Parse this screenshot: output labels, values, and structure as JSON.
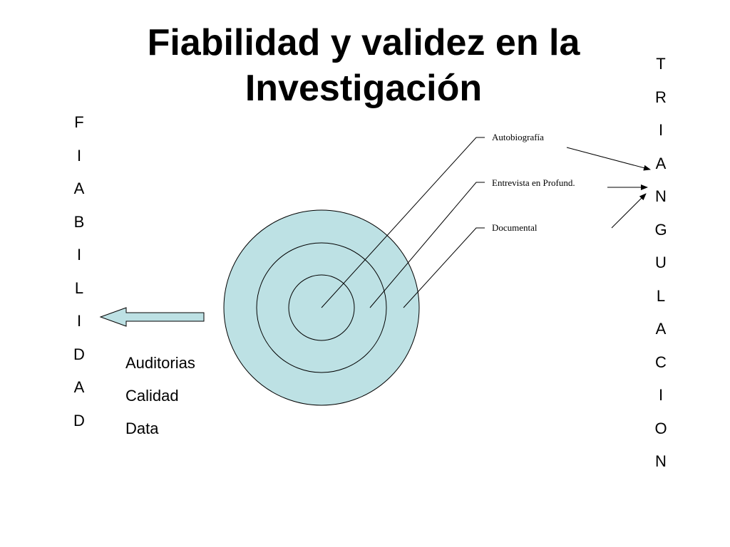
{
  "title": {
    "line1": "Fiabilidad y validez en la",
    "line2": "Investigación"
  },
  "left_vertical_word": [
    "F",
    "I",
    "A",
    "B",
    "I",
    "L",
    "I",
    "D",
    "A",
    "D"
  ],
  "right_vertical_word": [
    "T",
    "R",
    "I",
    "A",
    "N",
    "G",
    "U",
    "L",
    "A",
    "C",
    "I",
    "O",
    "N"
  ],
  "method_labels": {
    "autobiografia": "Autobiografía",
    "entrevista": "Entrevista en Profund.",
    "documental": "Documental"
  },
  "reliability_items": [
    "Auditorias",
    "Calidad",
    "Data"
  ],
  "colors": {
    "circle_fill": "#bde1e4",
    "arrow_fill": "#bde1e4",
    "stroke": "#000000"
  }
}
